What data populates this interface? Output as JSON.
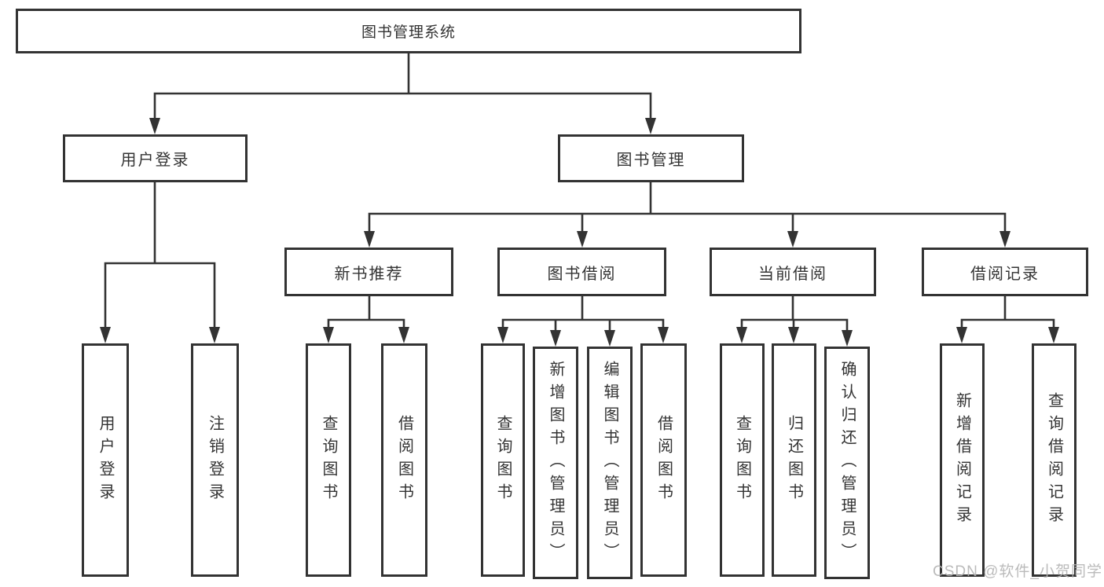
{
  "root": {
    "label": "图书管理系统"
  },
  "user_login": {
    "label": "用户登录",
    "children": [
      {
        "label": "用户登录"
      },
      {
        "label": "注销登录"
      }
    ]
  },
  "book_management": {
    "label": "图书管理",
    "sections": [
      {
        "label": "新书推荐",
        "children": [
          {
            "label": "查询图书"
          },
          {
            "label": "借阅图书"
          }
        ]
      },
      {
        "label": "图书借阅",
        "children": [
          {
            "label": "查询图书"
          },
          {
            "label": "新增图书（管理员）"
          },
          {
            "label": "编辑图书（管理员）"
          },
          {
            "label": "借阅图书"
          }
        ]
      },
      {
        "label": "当前借阅",
        "children": [
          {
            "label": "查询图书"
          },
          {
            "label": "归还图书"
          },
          {
            "label": "确认归还（管理员）"
          }
        ]
      },
      {
        "label": "借阅记录",
        "children": [
          {
            "label": "新增借阅记录"
          },
          {
            "label": "查询借阅记录"
          }
        ]
      }
    ]
  },
  "watermark": "CSDN @软件_小贺同学",
  "colors": {
    "line": "#333333",
    "box_border": "#333333",
    "text": "#333333",
    "watermark": "#b4b4b4",
    "background": "#ffffff"
  }
}
